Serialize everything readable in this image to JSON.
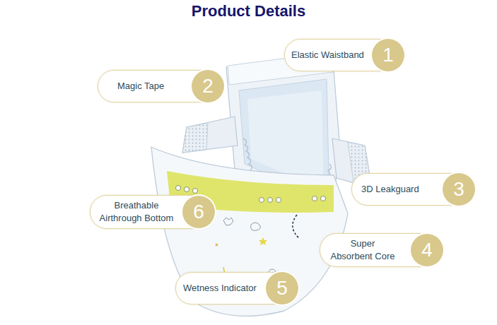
{
  "diagram": {
    "title": "Product Details",
    "nodes": [
      {
        "text": [
          "Elastic Waistband"
        ]
      },
      {
        "text": [
          "1"
        ],
        "in": 0
      },
      {
        "text": [
          "Magic Tape"
        ]
      },
      {
        "text": [
          "2"
        ],
        "in": 2
      },
      {
        "text": [
          "3D Leakguard"
        ]
      },
      {
        "text": [
          "3"
        ],
        "in": 4
      },
      {
        "text": [
          "Breathable Airthrough Bottom"
        ]
      },
      {
        "text": [
          "6"
        ],
        "in": 6
      },
      {
        "text": [
          "Super Absorbent Core"
        ]
      },
      {
        "text": [
          "4"
        ],
        "in": 8
      },
      {
        "text": [
          "Wetness Indicator"
        ]
      },
      {
        "text": [
          "5"
        ],
        "in": 10
      }
    ],
    "edges": []
  }
}
